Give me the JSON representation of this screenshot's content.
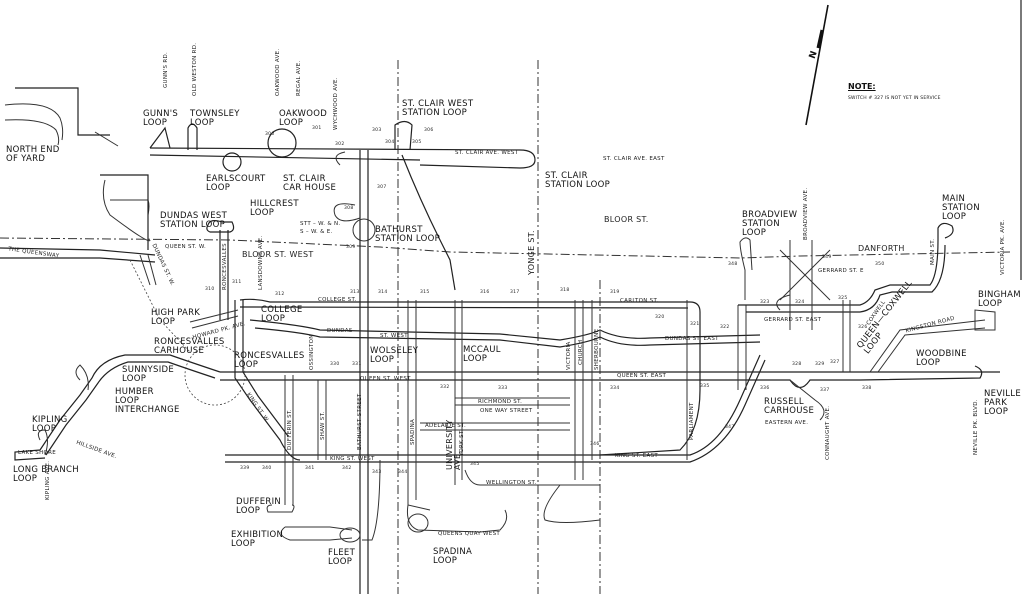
{
  "title": "Streetcar Track Map",
  "note": {
    "title": "NOTE:",
    "text": "Switch # 327 is not yet in service"
  },
  "north_arrow": "N",
  "loops": {
    "north_end_yard": "NORTH END\nOF YARD",
    "gunns": "GUNN'S\nLOOP",
    "townsley": "TOWNSLEY\nLOOP",
    "oakwood": "OAKWOOD\nLOOP",
    "st_clair_west_station": "ST. CLAIR WEST\nSTATION LOOP",
    "earlscourt": "EARLSCOURT\nLOOP",
    "st_clair_carhouse": "ST. CLAIR\nCAR HOUSE",
    "st_clair_station": "ST. CLAIR\nSTATION LOOP",
    "hillcrest": "HILLCREST\nLOOP",
    "bathurst_station": "BATHURST\nSTATION LOOP",
    "dundas_west_station": "DUNDAS WEST\nSTATION LOOP",
    "broadview_station": "BROADVIEW\nSTATION\nLOOP",
    "main_station": "MAIN\nSTATION\nLOOP",
    "bingham": "BINGHAM\nLOOP",
    "high_park": "HIGH PARK\nLOOP",
    "college": "COLLEGE\nLOOP",
    "roncesvalles_carhouse": "RONCESVALLES\nCARHOUSE",
    "roncesvalles": "RONCESVALLES\nLOOP",
    "sunnyside": "SUNNYSIDE\nLOOP",
    "humber": "HUMBER\nLOOP\nINTERCHANGE",
    "kipling": "KIPLING\nLOOP",
    "long_branch": "LONG BRANCH\nLOOP",
    "wolseley": "WOLSELEY\nLOOP",
    "mccaul": "McCAUL\nLOOP",
    "queen_coxwell": "QUEEN—COXWELL\nLOOP",
    "woodbine": "WOODBINE\nLOOP",
    "russell_carhouse": "RUSSELL\nCARHOUSE",
    "neville_park": "NEVILLE\nPARK\nLOOP",
    "dufferin": "DUFFERIN\nLOOP",
    "exhibition": "EXHIBITION\nLOOP",
    "fleet": "FLEET\nLOOP",
    "spadina": "SPADINA\nLOOP"
  },
  "streets": {
    "st_clair_west": "ST. CLAIR AVE. WEST",
    "st_clair_east": "ST. CLAIR AVE. EAST",
    "bloor": "BLOOR ST.",
    "bloor_west": "BLOOR ST. WEST",
    "danforth": "DANFORTH",
    "yonge": "YONGE ST.",
    "college": "COLLEGE ST.",
    "carlton": "CARLTON ST.",
    "dundas_west": "ST. WEST",
    "dundas": "DUNDAS",
    "dundas_east": "DUNDAS ST. EAST",
    "gerrard_east": "GERRARD ST. EAST",
    "gerrard_e": "GERRARD ST. E",
    "queen_west": "QUEEN ST. WEST",
    "queen_east": "QUEEN ST. EAST",
    "queen_st_w": "QUEEN ST. W.",
    "queensway": "THE QUEENSWAY",
    "king_west": "KING ST. WEST",
    "king_east": "KING ST. EAST",
    "richmond": "RICHMOND ST.",
    "adelaide": "ADELAIDE ST.",
    "wellington": "WELLINGTON ST.",
    "queens_quay": "QUEENS QUAY WEST",
    "university": "UNIVERSITY\nAVE.",
    "kingston_road": "KINGSTON ROAD",
    "lake_shore": "LAKE SHORE",
    "eastern": "EASTERN AVE.",
    "dundas_hp": "HOWARD PK. AVE.",
    "main_st": "MAIN ST.",
    "broadview_ave": "BROADVIEW AVE.",
    "victoria_pk": "VICTORIA PK. AVE.",
    "neville_pk": "NEVILLE PK. BLVD.",
    "connaught": "CONNAUGHT AVE.",
    "gunns_rd": "GUNN'S RD.",
    "old_weston": "OLD WESTON RD.",
    "oakwood_ave": "OAKWOOD AVE.",
    "regal_ave": "REGAL AVE.",
    "wychwood_ave": "WYCHWOOD AVE.",
    "kipling_ave": "KIPLING AVE.",
    "hillside": "HILLSIDE AVE.",
    "one_way": "ONE WAY STREET",
    "bathurst": "BATHURST STREET",
    "spadina_ave": "SPADINA",
    "parliament": "PARLIAMENT",
    "shaw": "SHAW ST.",
    "ossington": "OSSINGTON",
    "dufferin_st": "DUFFERIN ST.",
    "lansdowne": "LANSDOWNE AVE.",
    "roncesvalles_ave": "RONCESVALLES",
    "king_st_w": "KING ST. W.",
    "dundas_st_w": "DUNDAS ST. W.",
    "york": "YORK ST.",
    "church": "CHURCH",
    "victoria": "VICTORIA",
    "sherbourne": "SHERBOURNE",
    "coxwell": "COXWELL",
    "hillcrest_note1": "STT – W. & N.",
    "hillcrest_note2": "S – W. & E."
  },
  "switch_numbers": [
    "300",
    "301",
    "302",
    "303",
    "304",
    "305",
    "306",
    "307",
    "308",
    "309",
    "310",
    "311",
    "312",
    "313",
    "314",
    "315",
    "316",
    "317",
    "318",
    "319",
    "320",
    "321",
    "322",
    "323",
    "324",
    "325",
    "326",
    "327",
    "328",
    "329",
    "330",
    "331",
    "332",
    "333",
    "334",
    "335",
    "336",
    "337",
    "338",
    "339",
    "340",
    "341",
    "342",
    "343",
    "344",
    "345",
    "346",
    "347",
    "348",
    "349",
    "350"
  ]
}
